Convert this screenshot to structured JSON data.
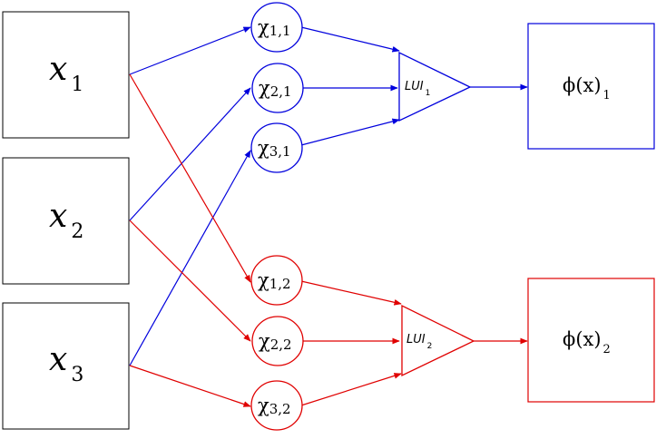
{
  "colors": {
    "blue": "#0000dd",
    "red": "#e00000",
    "black": "#000000"
  },
  "inputs": [
    {
      "id": "x1",
      "base": "x",
      "sub": "1"
    },
    {
      "id": "x2",
      "base": "x",
      "sub": "2"
    },
    {
      "id": "x3",
      "base": "x",
      "sub": "3"
    }
  ],
  "nodes": [
    {
      "id": "c11",
      "base": "χ",
      "sub": "1,1",
      "group": "blue"
    },
    {
      "id": "c21",
      "base": "χ",
      "sub": "2,1",
      "group": "blue"
    },
    {
      "id": "c31",
      "base": "χ",
      "sub": "3,1",
      "group": "blue"
    },
    {
      "id": "c12",
      "base": "χ",
      "sub": "1,2",
      "group": "red"
    },
    {
      "id": "c22",
      "base": "χ",
      "sub": "2,2",
      "group": "red"
    },
    {
      "id": "c32",
      "base": "χ",
      "sub": "3,2",
      "group": "red"
    }
  ],
  "aggregators": [
    {
      "id": "lui1",
      "base": "LUI",
      "sub": "1",
      "group": "blue"
    },
    {
      "id": "lui2",
      "base": "LUI",
      "sub": "2",
      "group": "red"
    }
  ],
  "outputs": [
    {
      "id": "phi1",
      "base": "ϕ(x)",
      "sub": "1",
      "group": "blue"
    },
    {
      "id": "phi2",
      "base": "ϕ(x)",
      "sub": "2",
      "group": "red"
    }
  ]
}
